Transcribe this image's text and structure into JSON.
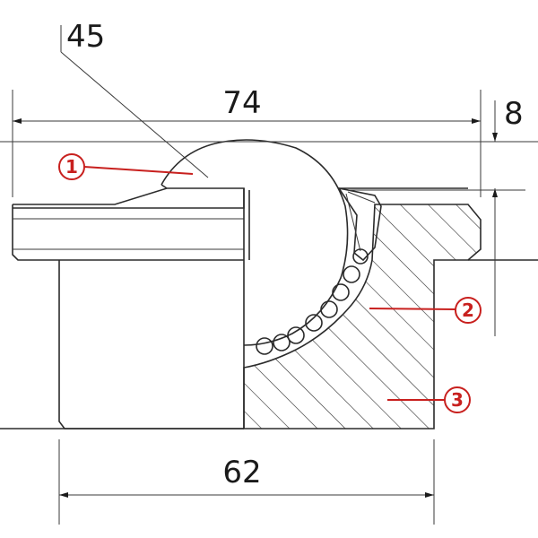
{
  "dimensions": {
    "sphere_diameter": "45",
    "overall_width": "74",
    "flange_thickness": "8",
    "body_width": "62"
  },
  "callouts": [
    {
      "label": "1"
    },
    {
      "label": "2"
    },
    {
      "label": "3"
    }
  ],
  "colors": {
    "callout": "#c8201e",
    "line": "#2b2b2b"
  }
}
